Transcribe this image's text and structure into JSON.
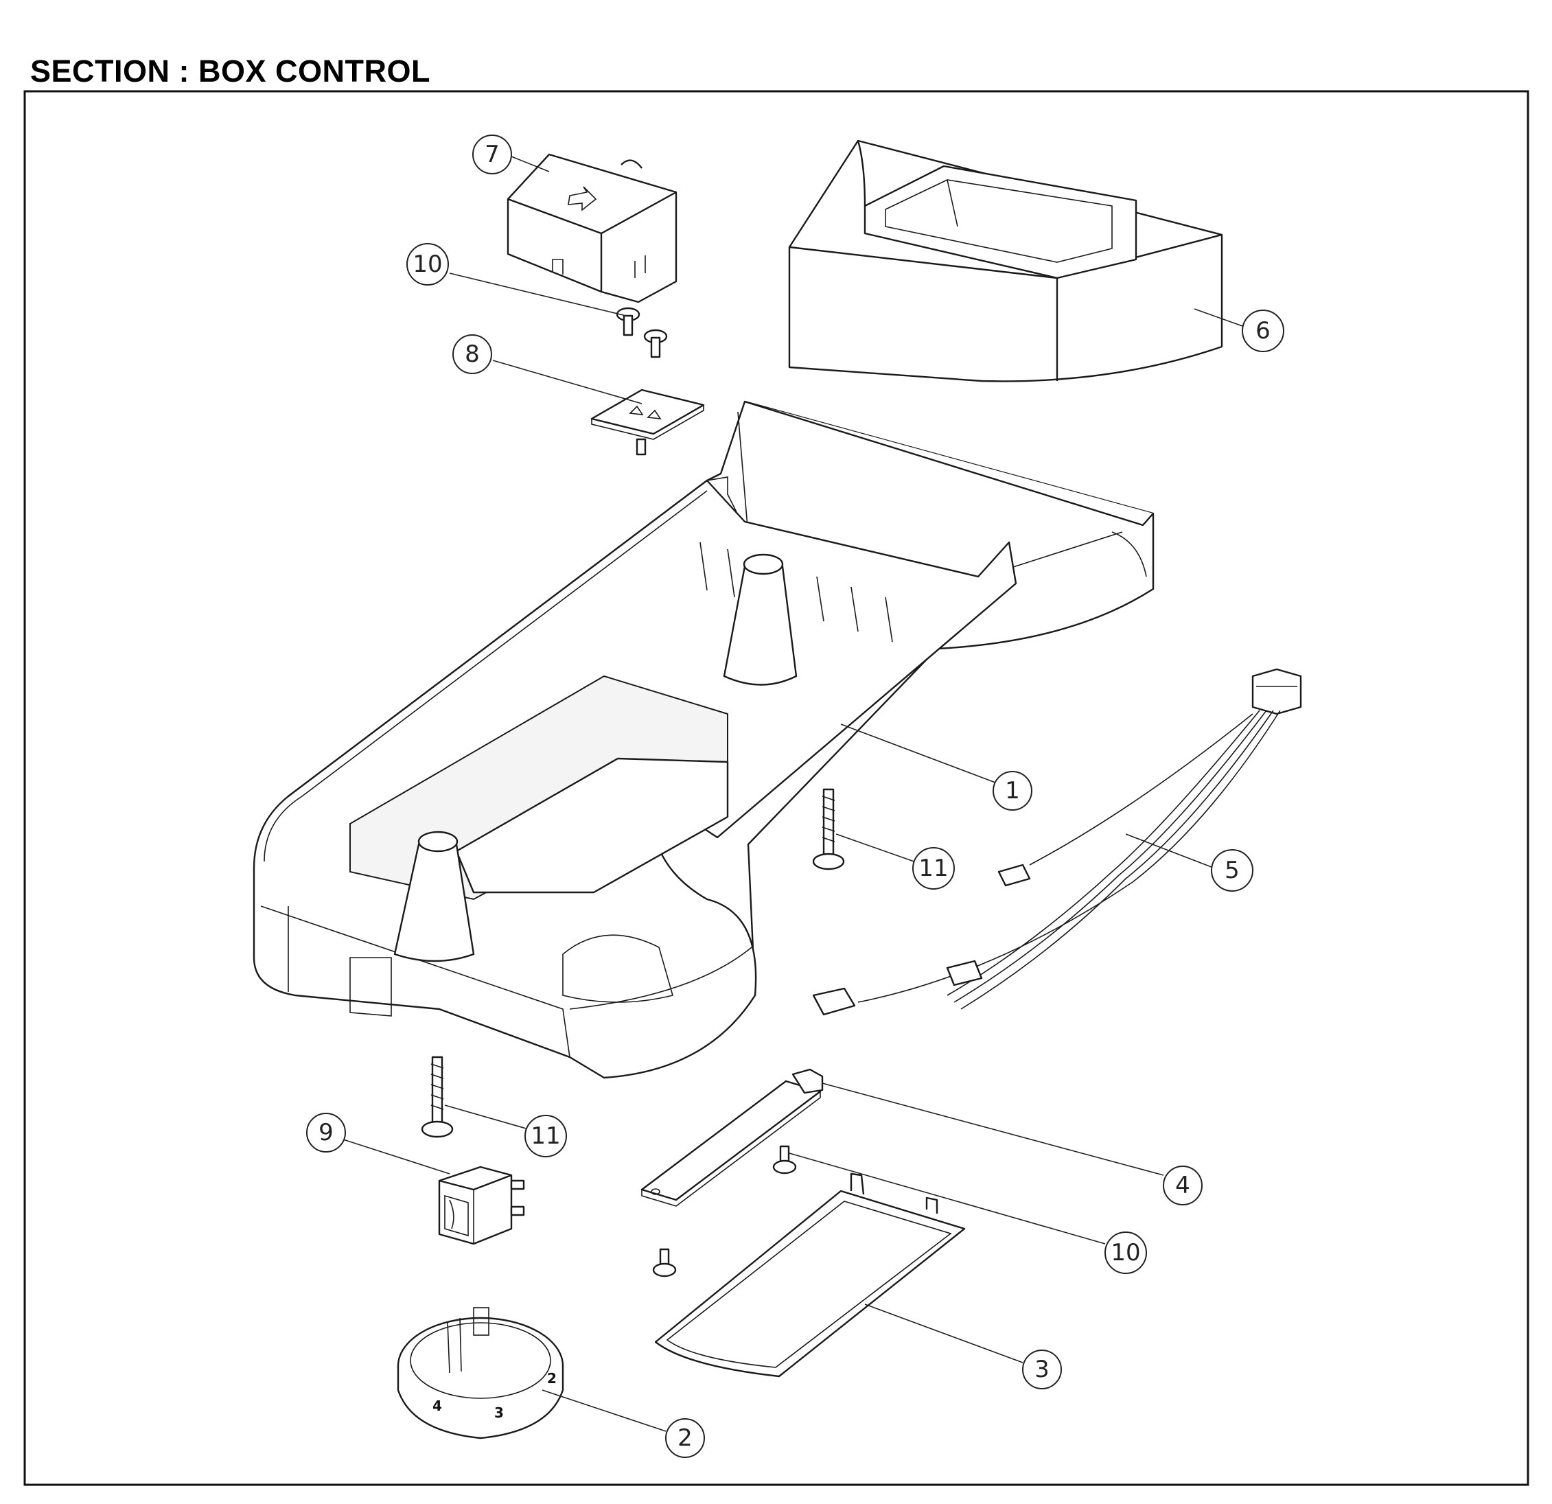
{
  "title": "SECTION : BOX CONTROL",
  "callouts": [
    {
      "label": "1",
      "part": "housing-base"
    },
    {
      "label": "2",
      "part": "dial-ring"
    },
    {
      "label": "3",
      "part": "bottom-cover"
    },
    {
      "label": "4",
      "part": "bracket-strip"
    },
    {
      "label": "5",
      "part": "wire-harness"
    },
    {
      "label": "6",
      "part": "top-tray"
    },
    {
      "label": "7",
      "part": "box-cover"
    },
    {
      "label": "8",
      "part": "control-board"
    },
    {
      "label": "9",
      "part": "rocker-switch"
    },
    {
      "label": "10",
      "part": "small-screw"
    },
    {
      "label": "10",
      "part": "small-screw"
    },
    {
      "label": "11",
      "part": "long-screw"
    },
    {
      "label": "11",
      "part": "long-screw"
    }
  ],
  "dial_numbers": [
    "4",
    "3",
    "2"
  ],
  "colors": {
    "line": "#1a1a1a",
    "background": "#ffffff"
  }
}
